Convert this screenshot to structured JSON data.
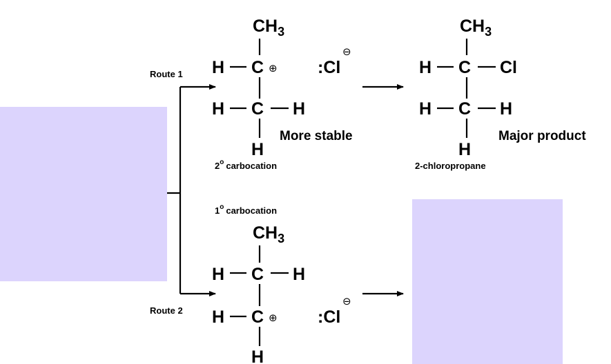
{
  "placeholders": {
    "left_box_color": "#dcd4fd",
    "right_box_color": "#dcd4fd"
  },
  "routes": {
    "route1_label": "Route 1",
    "route2_label": "Route 2"
  },
  "atoms": {
    "carbon": "C",
    "hydrogen": "H",
    "chlorine": "Cl",
    "methyl_c": "CH",
    "methyl_sub": "3",
    "chloride": ":Cl",
    "positive_charge": "⊕",
    "negative_charge": "⊖"
  },
  "labels": {
    "secondary_carbocation_num": "2",
    "secondary_carbocation_text": "carbocation",
    "primary_carbocation_num": "1",
    "primary_carbocation_text": "carbocation",
    "degree": "o",
    "more_stable": "More stable",
    "product_name": "2-chloropropane",
    "major_product": "Major product"
  }
}
